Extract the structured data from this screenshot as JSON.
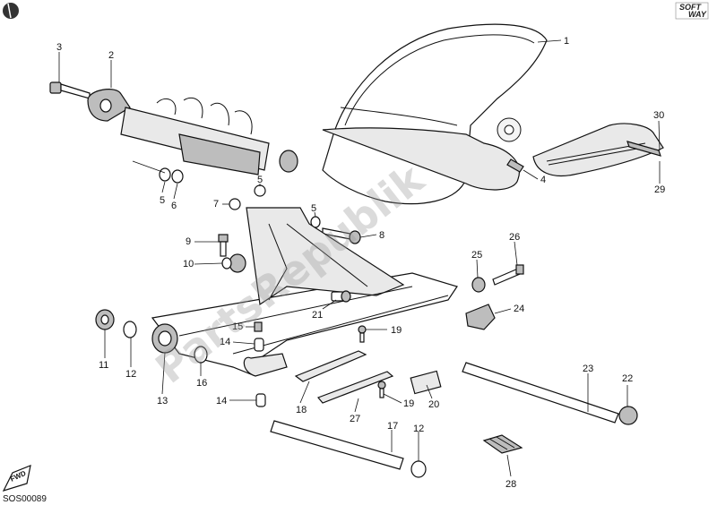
{
  "diagram": {
    "code": "SOS00089",
    "fwd_label": "FWD",
    "brand_top": "SOFT",
    "brand_bottom": "WAY",
    "watermark": "PartsRepublik",
    "callouts": {
      "c1": "1",
      "c2": "2",
      "c3": "3",
      "c4": "4",
      "c5a": "5",
      "c5b": "5",
      "c5c": "5",
      "c6": "6",
      "c7": "7",
      "c8": "8",
      "c9": "9",
      "c10": "10",
      "c11": "11",
      "c12a": "12",
      "c12b": "12",
      "c13": "13",
      "c14a": "14",
      "c14b": "14",
      "c15": "15",
      "c16": "16",
      "c17": "17",
      "c18": "18",
      "c19a": "19",
      "c19b": "19",
      "c20": "20",
      "c21": "21",
      "c22": "22",
      "c23": "23",
      "c24": "24",
      "c25": "25",
      "c26": "26",
      "c27": "27",
      "c28": "28",
      "c29": "29",
      "c30": "30"
    }
  }
}
